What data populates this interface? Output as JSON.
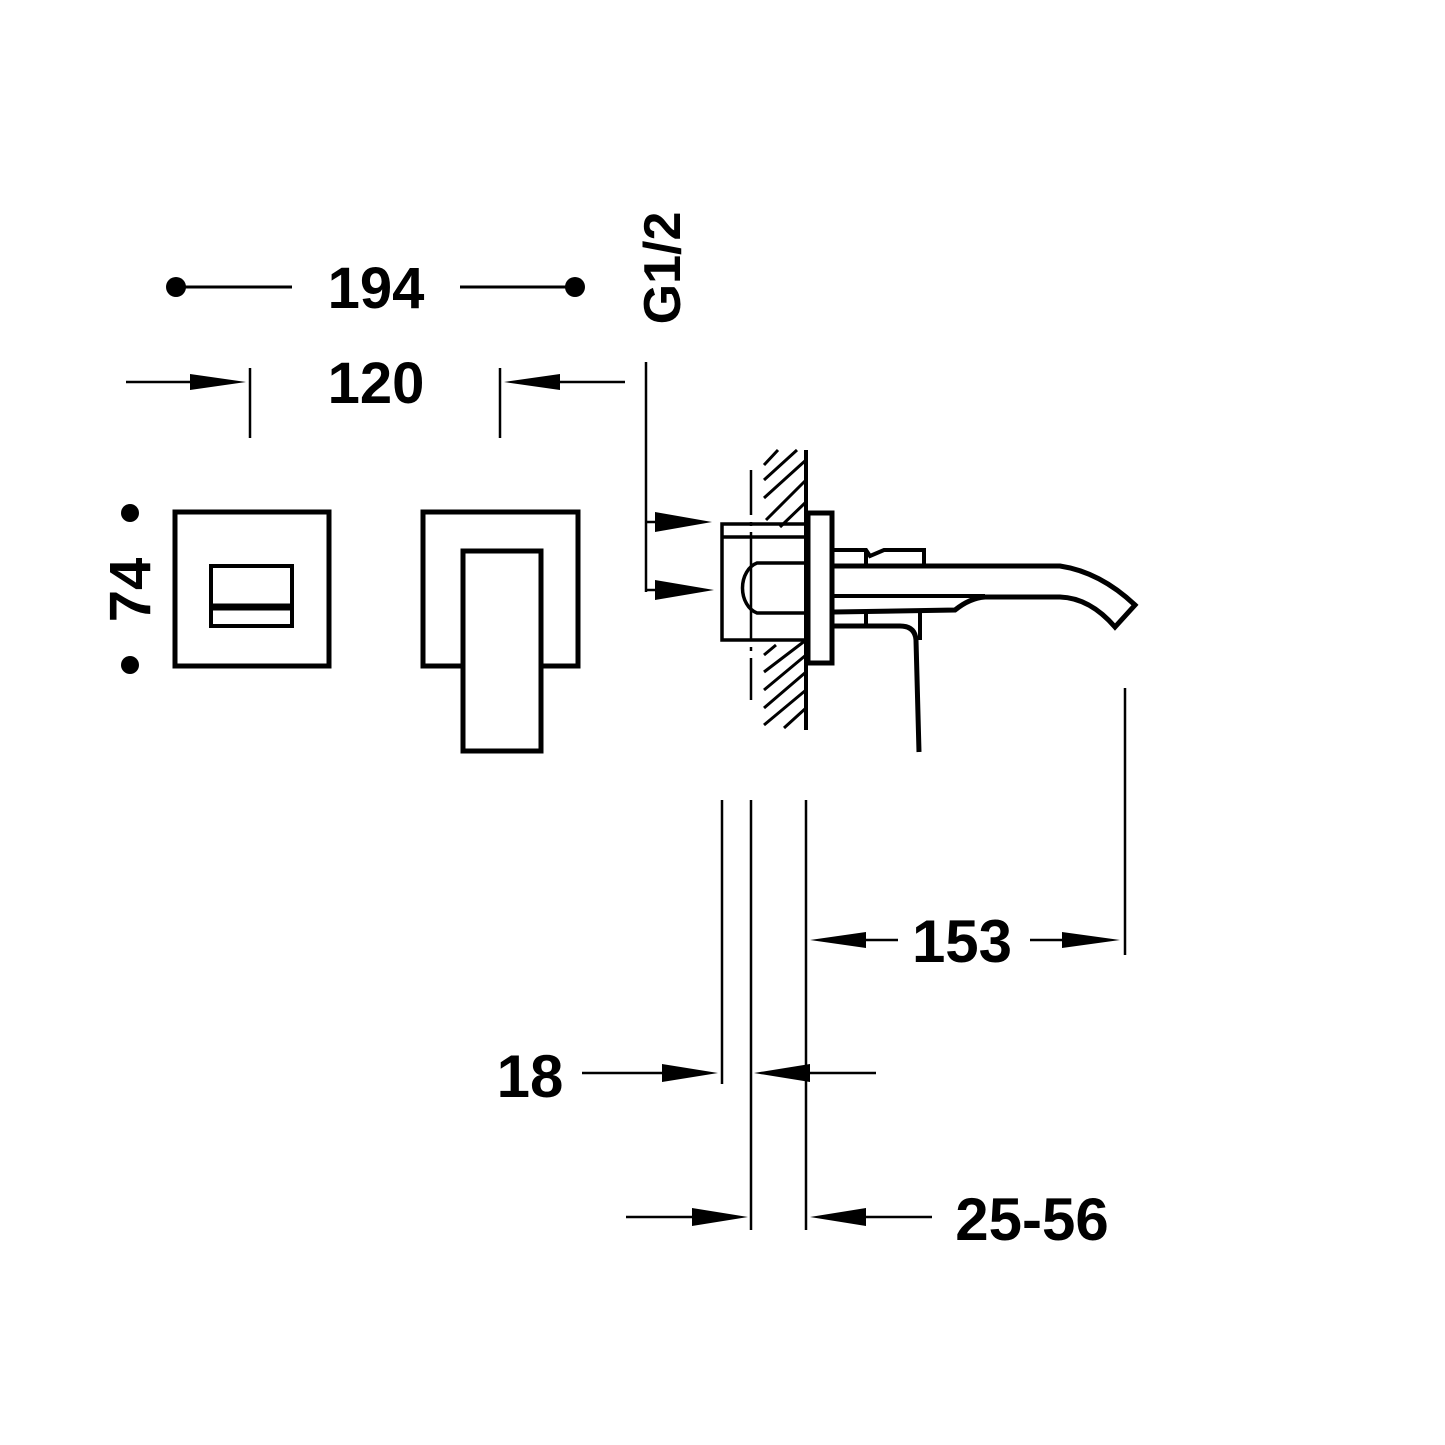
{
  "drawing": {
    "title": "Wall-mounted basin mixer dimensional drawing",
    "colors": {
      "line": "#000000",
      "background": "#ffffff"
    },
    "dimensions": {
      "overall_width": "194",
      "center_distance": "120",
      "plate_height": "74",
      "thread": "G1/2",
      "spout_projection": "153",
      "plate_depth": "18",
      "wall_adjust_range": "25-56"
    },
    "views": [
      "front-view-handle-plate",
      "front-view-spout-plate",
      "side-view-section"
    ]
  }
}
